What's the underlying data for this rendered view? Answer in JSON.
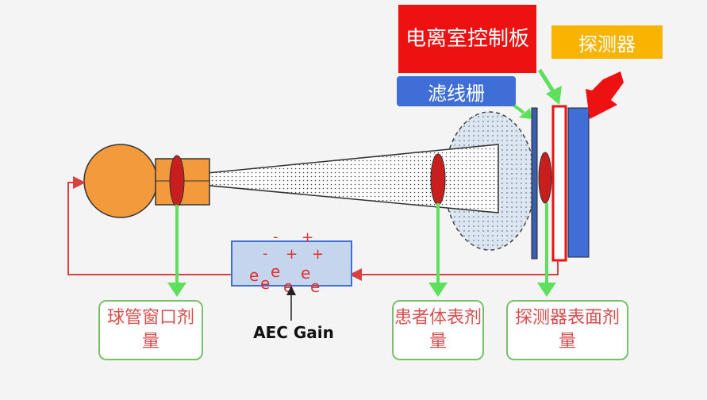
{
  "labels": {
    "control_board": "电离室控制板",
    "detector": "探测器",
    "grid": "滤线栅",
    "tube_dose": "球管窗口剂量",
    "patient_dose": "患者体表剂量",
    "detector_dose": "探测器表面剂量",
    "aec_gain": "AEC Gain"
  },
  "aec_box": {
    "minus_signs": [
      "-",
      "-"
    ],
    "plus_signs": [
      "+",
      "+",
      "+"
    ],
    "electrons": [
      "e",
      "e",
      "e",
      "e",
      "e",
      "e"
    ]
  },
  "colors": {
    "tube": "#f39a3c",
    "chamber": "#c81e1e",
    "green_arrow": "#5ee05e",
    "feedback_line": "#d94040",
    "red_label": "#ee1111",
    "orange_label": "#f8b400",
    "blue_label": "#3f6fd6"
  }
}
